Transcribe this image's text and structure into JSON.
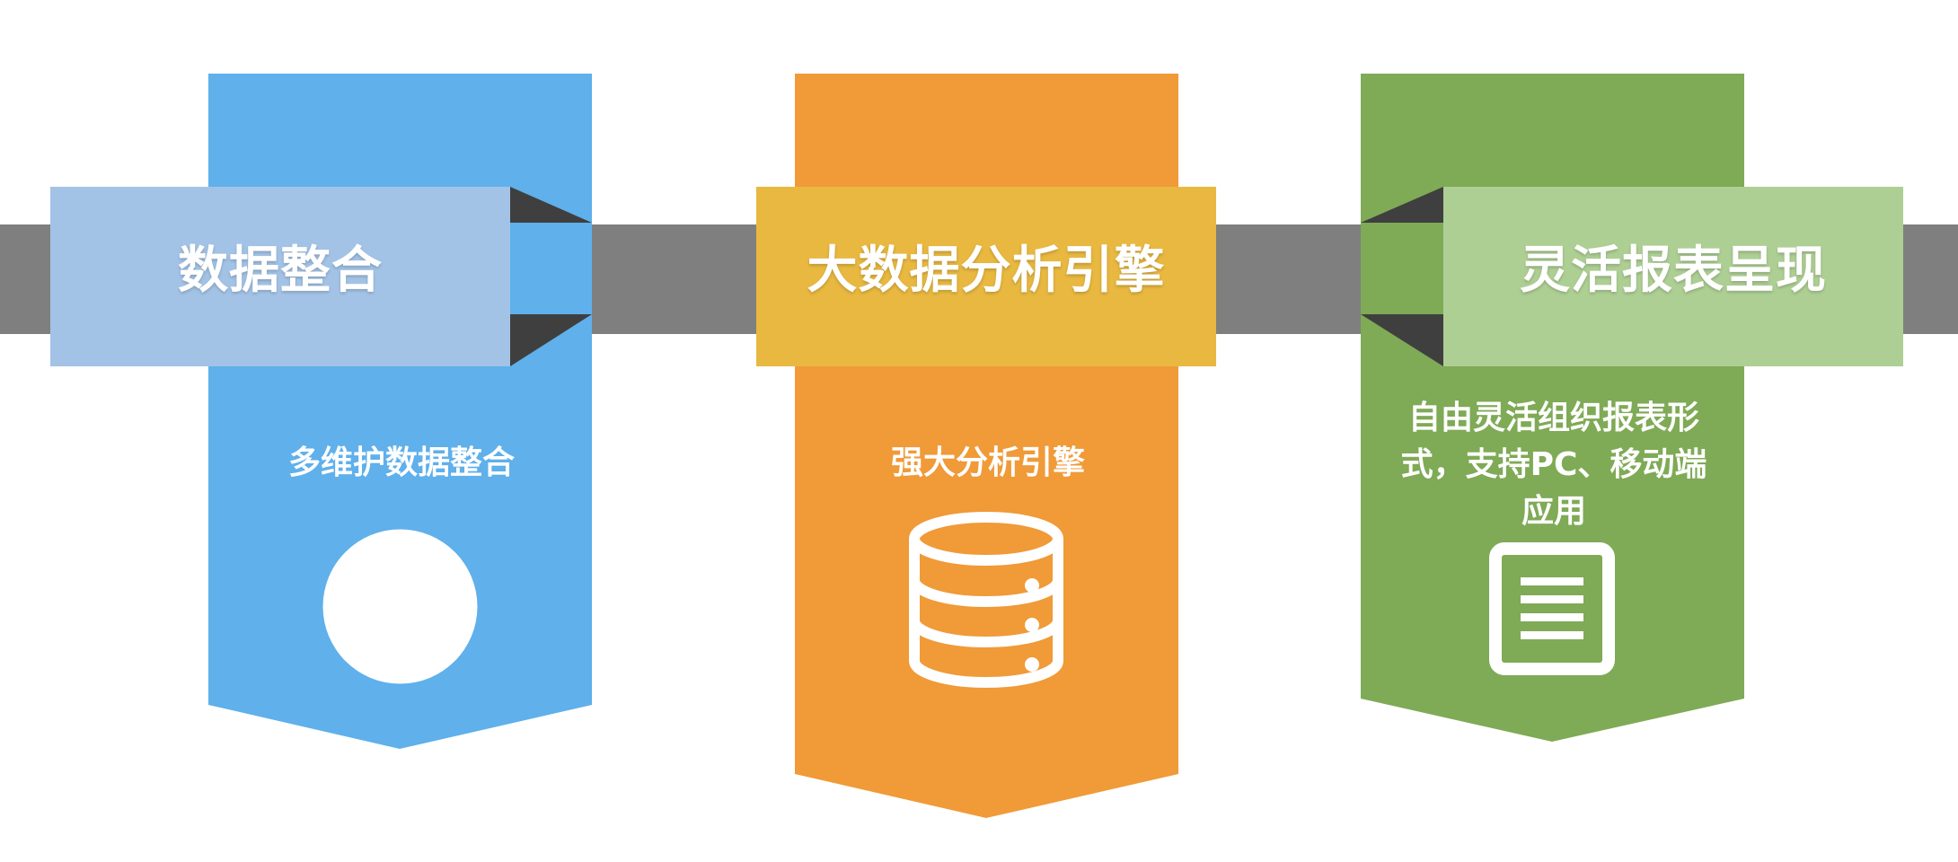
{
  "colors": {
    "background": "#ffffff",
    "band": "#7f7f7f",
    "fold": "#3f3f3f",
    "blue_banner": "#5fb0eb",
    "blue_header": "#a3c3e6",
    "orange_banner": "#f09a38",
    "orange_header": "#e8b840",
    "green_banner": "#7faa56",
    "green_header": "#aecf94",
    "text": "#ffffff"
  },
  "panels": [
    {
      "title": "数据整合",
      "description": "多维护数据整合",
      "icon": "aperture-icon"
    },
    {
      "title": "大数据分析引擎",
      "description": "强大分析引擎",
      "icon": "database-icon"
    },
    {
      "title": "灵活报表呈现",
      "description": "自由灵活组织报表形式，支持PC、移动端应用",
      "icon": "document-icon"
    }
  ]
}
